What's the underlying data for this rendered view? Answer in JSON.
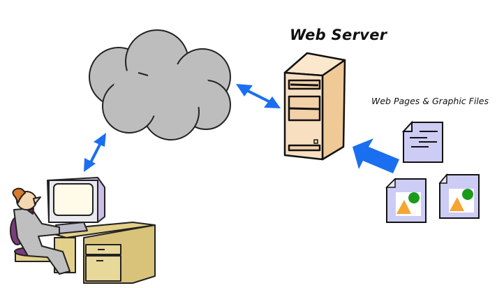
{
  "diagram": {
    "server_label": "Web Server",
    "files_label": "Web Pages & Graphic Files",
    "nodes": [
      {
        "id": "user",
        "name": "User at computer desk"
      },
      {
        "id": "internet",
        "name": "Internet cloud"
      },
      {
        "id": "server",
        "name": "Web Server"
      },
      {
        "id": "files",
        "name": "Web Pages & Graphic Files"
      }
    ],
    "edges": [
      {
        "from": "user",
        "to": "internet",
        "type": "bidirectional"
      },
      {
        "from": "internet",
        "to": "server",
        "type": "bidirectional"
      },
      {
        "from": "files",
        "to": "server",
        "type": "directed"
      }
    ],
    "colors": {
      "arrow": "#1a6ff0",
      "cloud": "#bdbdbd",
      "server": "#f8dfc0",
      "document": "#ccccf5",
      "desk": "#e3d08a",
      "shape_triangle": "#f5a531",
      "shape_circle": "#1a9b1a"
    }
  }
}
